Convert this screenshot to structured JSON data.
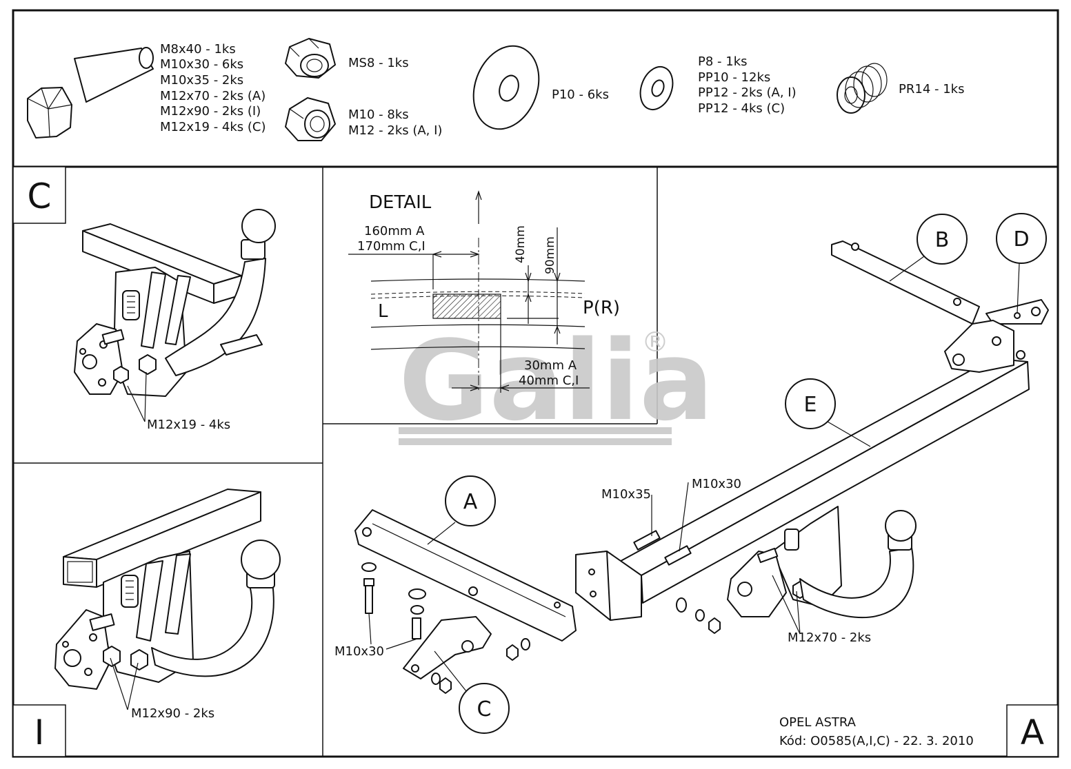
{
  "parts": {
    "bolts": [
      "M8x40 - 1ks",
      "M10x30 - 6ks",
      "M10x35 - 2ks",
      "M12x70 - 2ks (A)",
      "M12x90 - 2ks (I)",
      "M12x19 - 4ks (C)"
    ],
    "locknut": "MS8 - 1ks",
    "nuts": [
      "M10 - 8ks",
      "M12 - 2ks (A, I)"
    ],
    "washer_large": "P10 - 6ks",
    "washers": [
      "P8 - 1ks",
      "PP10 - 12ks",
      "PP12 - 2ks (A, I)",
      "PP12 - 4ks (C)"
    ],
    "spring_washer": "PR14 - 1ks"
  },
  "panel_c": {
    "letter": "C",
    "callout": "M12x19 - 4ks"
  },
  "panel_i": {
    "letter": "I",
    "callout": "M12x90 - 2ks"
  },
  "detail": {
    "title": "DETAIL",
    "dim_offset_a": "160mm A",
    "dim_offset_ci": "170mm C,I",
    "dim_40": "40mm",
    "dim_90": "90mm",
    "left": "L",
    "right": "P(R)",
    "dim_width_a": "30mm A",
    "dim_width_ci": "40mm C,I"
  },
  "logo": {
    "text": "Galia",
    "registered": "®"
  },
  "assembly": {
    "callouts": [
      "A",
      "B",
      "C",
      "D",
      "E"
    ],
    "bolt_m10x35": "M10x35",
    "bolt_m10x30_top": "M10x30",
    "bolt_m10x30_left": "M10x30",
    "bolt_m12x70": "M12x70 - 2ks"
  },
  "title_block": {
    "model": "OPEL ASTRA",
    "code": "Kód: O0585(A,I,C) - 22. 3. 2010",
    "letter": "A"
  }
}
